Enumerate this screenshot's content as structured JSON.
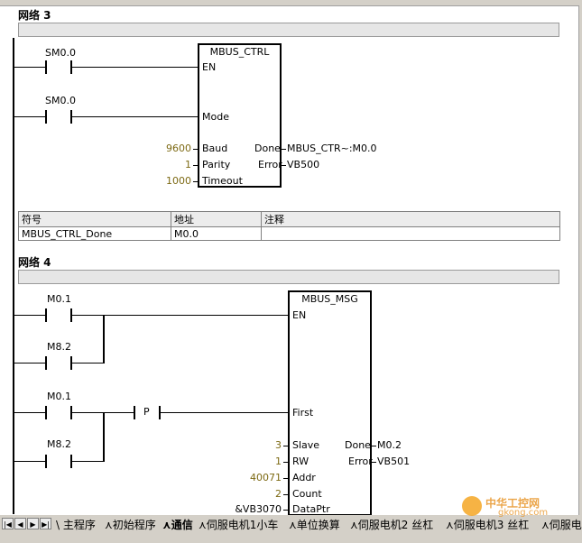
{
  "networks": [
    {
      "title": "网络 3"
    },
    {
      "title": "网络 4"
    }
  ],
  "net3": {
    "contacts": [
      "SM0.0",
      "SM0.0"
    ],
    "block": {
      "name": "MBUS_CTRL",
      "en": "EN",
      "mode": "Mode",
      "baud_pin": "Baud",
      "baud_val": "9600",
      "parity_pin": "Parity",
      "parity_val": "1",
      "timeout_pin": "Timeout",
      "timeout_val": "1000",
      "done_pin": "Done",
      "done_out": "MBUS_CTR~:M0.0",
      "error_pin": "Error",
      "error_out": "VB500"
    },
    "symbol_table": {
      "headers": [
        "符号",
        "地址",
        "注释"
      ],
      "rows": [
        [
          "MBUS_CTRL_Done",
          "M0.0",
          ""
        ]
      ]
    }
  },
  "net4": {
    "contacts": [
      "M0.1",
      "M8.2",
      "M0.1",
      "M8.2"
    ],
    "pulse": "P",
    "block": {
      "name": "MBUS_MSG",
      "en": "EN",
      "first": "First",
      "slave_pin": "Slave",
      "slave_val": "3",
      "rw_pin": "RW",
      "rw_val": "1",
      "addr_pin": "Addr",
      "addr_val": "40071",
      "count_pin": "Count",
      "count_val": "2",
      "dataptr_pin": "DataPtr",
      "dataptr_val": "&VB3070",
      "done_pin": "Done",
      "done_out": "M0.2",
      "error_pin": "Error",
      "error_out": "VB501"
    }
  },
  "tabs": [
    {
      "label": "主程序",
      "active": false
    },
    {
      "label": "初始程序",
      "active": false
    },
    {
      "label": "通信",
      "active": true
    },
    {
      "label": "伺服电机1小车",
      "active": false
    },
    {
      "label": "单位换算",
      "active": false
    },
    {
      "label": "伺服电机2 丝杠",
      "active": false
    },
    {
      "label": "伺服电机3 丝杠",
      "active": false
    },
    {
      "label": "伺服电",
      "active": false
    }
  ],
  "watermark": {
    "text": "中华工控网",
    "sub": "gkong.com"
  }
}
